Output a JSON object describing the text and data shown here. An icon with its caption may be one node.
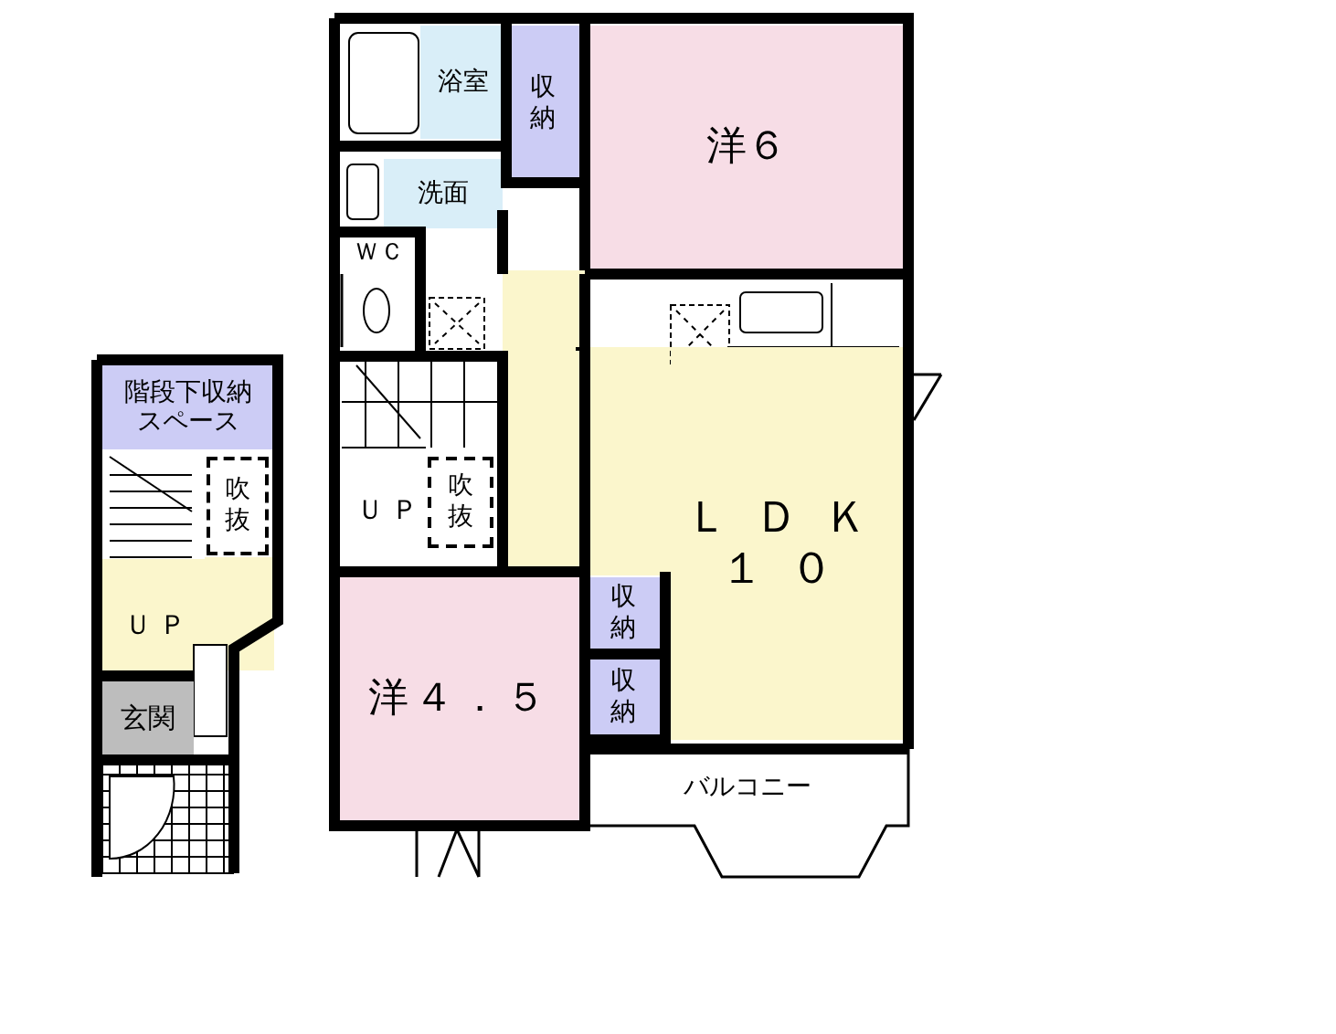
{
  "diagram": {
    "nodes": [
      {
        "text": [
          "浴室"
        ]
      },
      {
        "text": [
          "収納"
        ]
      },
      {
        "text": [
          "洋６"
        ]
      },
      {
        "text": [
          "洗面"
        ]
      },
      {
        "text": [
          "ＷＣ"
        ]
      },
      {
        "text": [
          "ＬＤＫ",
          "１０"
        ]
      },
      {
        "text": [
          "吹抜"
        ]
      },
      {
        "text": [
          "洋４．５"
        ]
      },
      {
        "text": [
          "収納"
        ]
      },
      {
        "text": [
          "収納"
        ]
      },
      {
        "text": [
          "バルコニー"
        ]
      },
      {
        "text": [
          "階段下収納スペース"
        ]
      },
      {
        "text": [
          "吹抜"
        ]
      },
      {
        "text": [
          "玄関"
        ]
      }
    ],
    "labels": [
      "ＵＰ",
      "ＵＰ"
    ]
  }
}
